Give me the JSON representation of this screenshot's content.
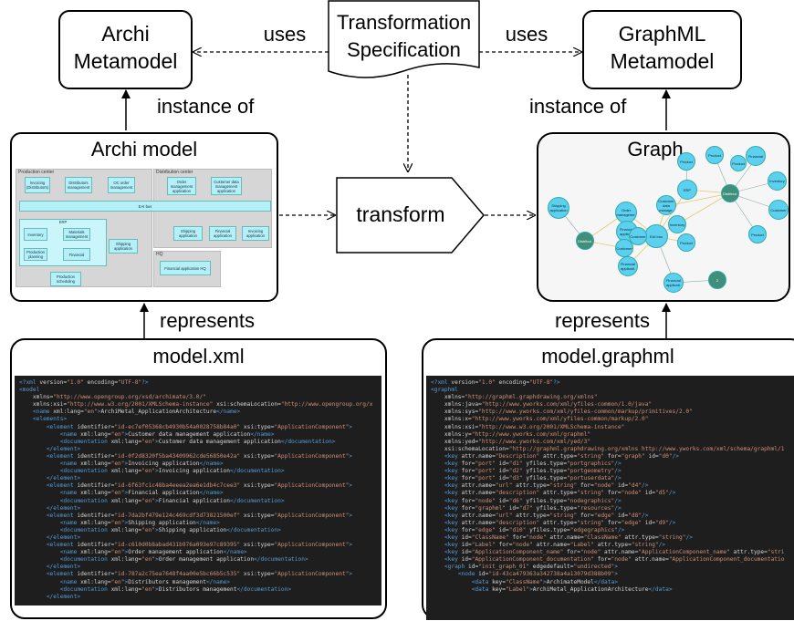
{
  "labels": {
    "archi_metamodel": [
      "Archi",
      "Metamodel"
    ],
    "transformation_spec": [
      "Transformation",
      "Specification"
    ],
    "graphml_metamodel": [
      "GraphML",
      "Metamodel"
    ],
    "uses_left": "uses",
    "uses_right": "uses",
    "instance_of_left": "instance of",
    "instance_of_right": "instance of",
    "archi_model": "Archi model",
    "graph": "Graph",
    "transform": "transform",
    "represents_left": "represents",
    "represents_right": "represents",
    "model_xml": "model.xml",
    "model_graphml": "model.graphml"
  },
  "archi_model_view": {
    "groups": [
      "Production center",
      "Distribution center",
      "HQ"
    ],
    "components": [
      "Invoicing (Distributors)",
      "Distributors management",
      "OC order management",
      "Order management application",
      "Customer data management application",
      "EAI bus",
      "ERP",
      "Inventory",
      "Materials management",
      "Production planning",
      "Financial",
      "Shipping application",
      "Shipping application",
      "Financial application",
      "Invoicing application",
      "Financial application HQ",
      "Production scheduling"
    ]
  },
  "graph_view": {
    "nodes": [
      "Product",
      "Financial",
      "Inventory",
      "Shipping application",
      "Product",
      "Order manageme.",
      "ERP",
      "Customer data manage.",
      "Financial applicati.",
      "EAI bus",
      "Inventory",
      "Distribut.",
      "Customer",
      "Financial applicati.",
      "Distribut.",
      "Product",
      "Financial applicati.",
      "Product",
      "Customer",
      "Customer",
      "Product",
      "2"
    ]
  },
  "xml_code": [
    "<?xml version=\"1.0\" encoding=\"UTF-8\"?>",
    "<model",
    "    xmlns=\"http://www.opengroup.org/xsd/archimate/3.0/\"",
    "    xmlns:xsi=\"http://www.w3.org/2001/XMLSchema-instance\" xsi:schemaLocation=\"http://www.opengroup.org/x",
    "    <name xml:lang=\"en\">ArchiMetal_ApplicationArchitecture</name>",
    "    <elements>",
    "        <element identifier=\"id-ec7ef05368cb4930b54a0028758b84a0\" xsi:type=\"ApplicationComponent\">",
    "            <name xml:lang=\"en\">Customer data management application</name>",
    "            <documentation xml:lang=\"en\">Customer data management application</documentation>",
    "        </element>",
    "        <element identifier=\"id-0f2d8320f5ba43409962cde56850e42a\" xsi:type=\"ApplicationComponent\">",
    "            <name xml:lang=\"en\">Invoicing application</name>",
    "            <documentation xml:lang=\"en\">Invoicing application</documentation>",
    "        </element>",
    "        <element identifier=\"id-6f63fc1c48ba4eeea2ea6e1db4c7cee3\" xsi:type=\"ApplicationComponent\">",
    "            <name xml:lang=\"en\">Financial application</name>",
    "            <documentation xml:lang=\"en\">Financial application</documentation>",
    "        </element>",
    "        <element identifier=\"id-7da2bf479e124c469cdf3d73821500ef\" xsi:type=\"ApplicationComponent\">",
    "            <name xml:lang=\"en\">Shipping application</name>",
    "            <documentation xml:lang=\"en\">Shipping application</documentation>",
    "        </element>",
    "        <element identifier=\"id-c610d0b8abad431b976a093e97c89395\" xsi:type=\"ApplicationComponent\">",
    "            <name xml:lang=\"en\">Order management application</name>",
    "            <documentation xml:lang=\"en\">Order management application</documentation>",
    "        </element>",
    "        <element identifier=\"id-787a2c75ea7648f4aa00e5bc66b5c535\" xsi:type=\"ApplicationComponent\">",
    "            <name xml:lang=\"en\">Distributors management</name>",
    "            <documentation xml:lang=\"en\">Distributors management</documentation>",
    "        </element>"
  ],
  "graphml_code": [
    "<?xml version=\"1.0\" encoding=\"UTF-8\"?>",
    "<graphml",
    "    xmlns=\"http://graphml.graphdrawing.org/xmlns\"",
    "    xmlns:java=\"http://www.yworks.com/xml/yfiles-common/1.0/java\"",
    "    xmlns:sys=\"http://www.yworks.com/xml/yfiles-common/markup/primitives/2.0\"",
    "    xmlns:x=\"http://www.yworks.com/xml/yfiles-common/markup/2.0\"",
    "    xmlns:xsi=\"http://www.w3.org/2001/XMLSchema-instance\"",
    "    xmlns:y=\"http://www.yworks.com/xml/graphml\"",
    "    xmlns:yed=\"http://www.yworks.com/xml/yed/3\"",
    "    xsi:schemaLocation=\"http://graphml.graphdrawing.org/xmlns http://www.yworks.com/xml/schema/graphml/1",
    "    <key attr.name=\"Description\" attr.type=\"string\" for=\"graph\" id=\"d0\"/>",
    "    <key for=\"port\" id=\"d1\" yfiles.type=\"portgraphics\"/>",
    "    <key for=\"port\" id=\"d2\" yfiles.type=\"portgeometry\"/>",
    "    <key for=\"port\" id=\"d3\" yfiles.type=\"portuserdata\"/>",
    "    <key attr.name=\"url\" attr.type=\"string\" for=\"node\" id=\"d4\"/>",
    "    <key attr.name=\"description\" attr.type=\"string\" for=\"node\" id=\"d5\"/>",
    "    <key for=\"node\" id=\"d6\" yfiles.type=\"nodegraphics\"/>",
    "    <key for=\"graphml\" id=\"d7\" yfiles.type=\"resources\"/>",
    "    <key attr.name=\"url\" attr.type=\"string\" for=\"edge\" id=\"d8\"/>",
    "    <key attr.name=\"description\" attr.type=\"string\" for=\"edge\" id=\"d9\"/>",
    "    <key for=\"edge\" id=\"d10\" yfiles.type=\"edgegraphics\"/>",
    "    <key id=\"ClassName\" for=\"node\" attr.name=\"ClassName\" attr.type=\"string\"/>",
    "    <key id=\"Label\" for=\"node\" attr.name=\"Label\" attr.type=\"string\"/>",
    "    <key id=\"ApplicationComponent_name\" for=\"node\" attr.name=\"ApplicationComponent_name\" attr.type=\"stri",
    "    <key id=\"ApplicationComponent_documentation\" for=\"node\" attr.name=\"ApplicationComponent_documentatio",
    "    <graph id=\"init_graph_01\" edgedefault=\"undirected\">",
    "        <node id=\"id-43ca479363a342738a4a13079d388b09\">",
    "            <data key=\"ClassName\">ArchimateModel</data>",
    "            <data key=\"Label\">ArchiMetal_ApplicationArchitecture</data>"
  ],
  "colors": {
    "code_bg": "#1e1e1e",
    "tag": "#569cd6",
    "attr": "#9cdcfe",
    "string": "#ce9178",
    "text": "#d4d4d4",
    "archi_component": "#b5f0f8",
    "graph_node": "#5cd0ef",
    "graph_hub": "#3f8f7a"
  }
}
